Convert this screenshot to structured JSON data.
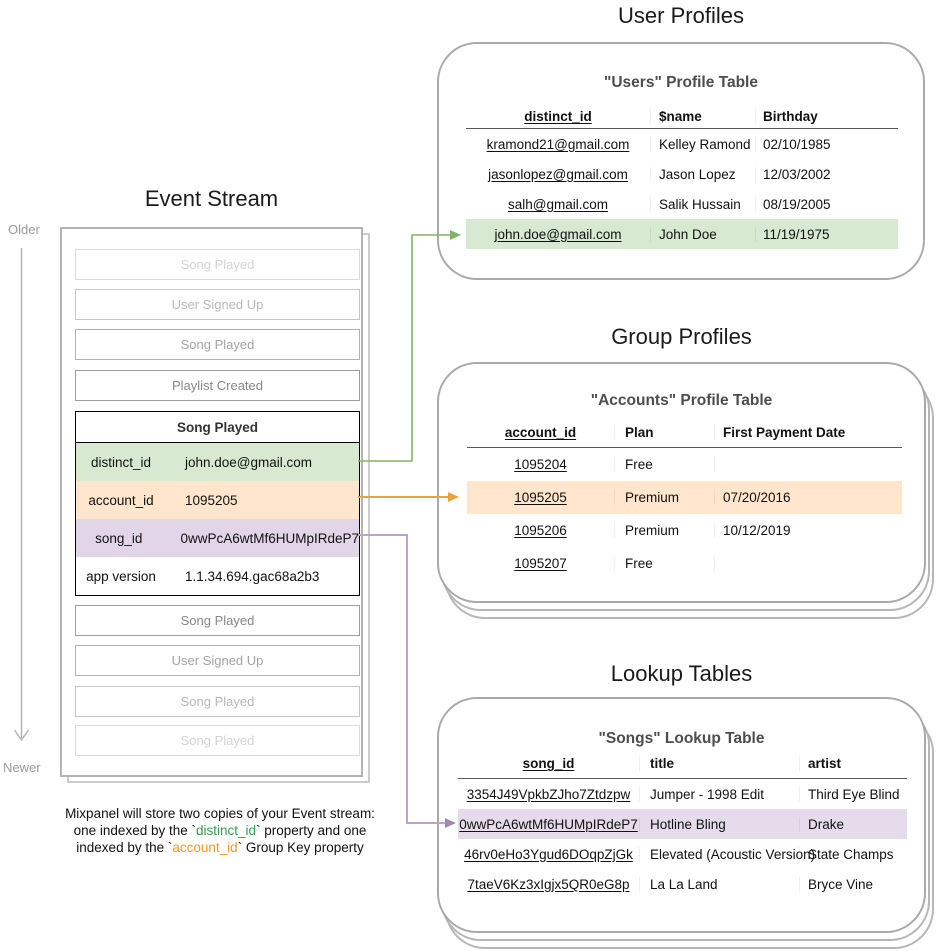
{
  "colors": {
    "green_accent": "#82b366",
    "green_fill": "#d7e9d1",
    "orange_accent": "#e8a33d",
    "orange_fill": "#ffe6cc",
    "purple_accent": "#b7a6c9",
    "purple_fill": "#e1d5e7",
    "footer_green": "#2ea04c",
    "footer_orange": "#f59a23"
  },
  "event_stream": {
    "title": "Event Stream",
    "older_label": "Older",
    "newer_label": "Newer",
    "events_before": [
      {
        "label": "Song Played"
      },
      {
        "label": "User Signed Up"
      },
      {
        "label": "Song Played"
      },
      {
        "label": "Playlist Created"
      }
    ],
    "expanded": {
      "title": "Song Played",
      "rows": [
        {
          "key": "distinct_id",
          "value": "john.doe@gmail.com"
        },
        {
          "key": "account_id",
          "value": "1095205"
        },
        {
          "key": "song_id",
          "value": "0wwPcA6wtMf6HUMpIRdeP7"
        },
        {
          "key": "app version",
          "value": "1.1.34.694.gac68a2b3"
        }
      ]
    },
    "events_after": [
      {
        "label": "Song Played"
      },
      {
        "label": "User Signed Up"
      },
      {
        "label": "Song Played"
      },
      {
        "label": "Song Played"
      }
    ],
    "footer": {
      "line1": "Mixpanel will store two copies of your Event stream:",
      "line2_pre": "one indexed by the `",
      "line2_key": "distinct_id",
      "line2_post": "` property and one",
      "line3_pre": "indexed by the `",
      "line3_key": "account_id",
      "line3_post": "` Group Key property"
    }
  },
  "user_profiles": {
    "section_title": "User Profiles",
    "table_title": "\"Users\" Profile Table",
    "headers": [
      "distinct_id",
      "$name",
      "Birthday"
    ],
    "rows": [
      [
        "kramond21@gmail.com",
        "Kelley Ramond",
        "02/10/1985"
      ],
      [
        "jasonlopez@gmail.com",
        "Jason Lopez",
        "12/03/2002"
      ],
      [
        "salh@gmail.com",
        "Salik Hussain",
        "08/19/2005"
      ],
      [
        "john.doe@gmail.com",
        "John Doe",
        "11/19/1975"
      ]
    ]
  },
  "group_profiles": {
    "section_title": "Group Profiles",
    "table_title": "\"Accounts\" Profile Table",
    "headers": [
      "account_id",
      "Plan",
      "First Payment Date"
    ],
    "rows": [
      [
        "1095204",
        "Free",
        ""
      ],
      [
        "1095205",
        "Premium",
        "07/20/2016"
      ],
      [
        "1095206",
        "Premium",
        "10/12/2019"
      ],
      [
        "1095207",
        "Free",
        ""
      ]
    ]
  },
  "lookup_tables": {
    "section_title": "Lookup Tables",
    "table_title": "\"Songs\" Lookup Table",
    "headers": [
      "song_id",
      "title",
      "artist"
    ],
    "rows": [
      [
        "3354J49VpkbZJho7Ztdzpw",
        "Jumper - 1998 Edit",
        "Third Eye Blind"
      ],
      [
        "0wwPcA6wtMf6HUMpIRdeP7",
        "Hotline Bling",
        "Drake"
      ],
      [
        "46rv0eHo3Ygud6DOqpZjGk",
        "Elevated (Acoustic Version)",
        "State Champs"
      ],
      [
        "7taeV6Kz3xIgjx5QR0eG8p",
        "La La Land",
        "Bryce Vine"
      ]
    ]
  }
}
